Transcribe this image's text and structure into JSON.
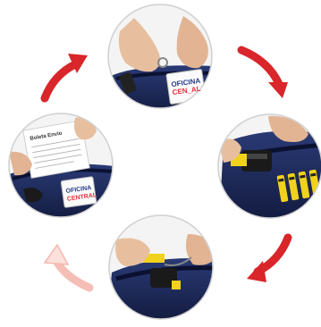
{
  "diagram": {
    "steps": [
      {
        "label_line1": "OFICINA",
        "label_line2": "CEN_AL"
      },
      {
        "label_line1": "",
        "label_line2": ""
      },
      {
        "label_line1": "",
        "label_line2": ""
      },
      {
        "label_line1": "OFICINA",
        "label_line2": "CENTRAL",
        "document_title": "Boleta Envío"
      }
    ],
    "colors": {
      "bag": "#1f2b5a",
      "bag_dark": "#121a3d",
      "arrow_red": "#d8262b",
      "arrow_faded": "#f4b7ae",
      "seal_yellow": "#f0d21c",
      "skin": "#e7bf9f",
      "label_red": "#e0313a",
      "label_blue": "#243c8a"
    },
    "icons": [
      "arrow-right-down-icon",
      "arrow-down-left-icon",
      "arrow-up-faded-icon",
      "arrow-up-right-icon"
    ]
  }
}
